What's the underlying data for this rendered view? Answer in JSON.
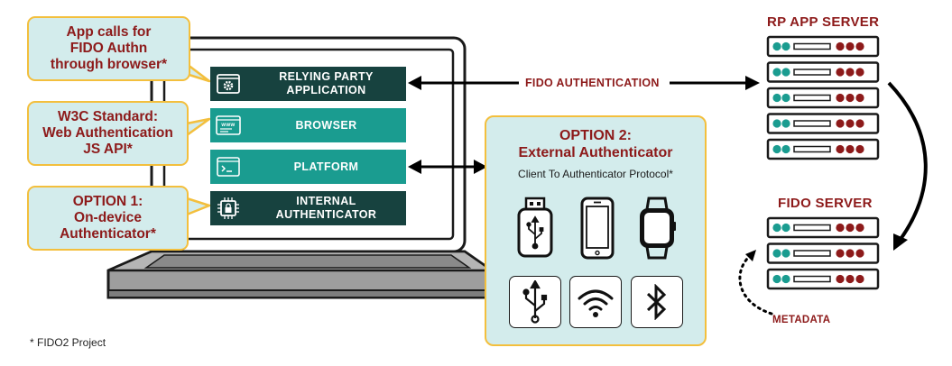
{
  "callouts": {
    "app_calls": [
      "App calls for",
      "FIDO Authn",
      "through browser*"
    ],
    "w3c": [
      "W3C Standard:",
      "Web Authentication",
      "JS API*"
    ],
    "option1": [
      "OPTION 1:",
      "On-device",
      "Authenticator*"
    ]
  },
  "layers": {
    "relying_party": [
      "RELYING PARTY",
      "APPLICATION"
    ],
    "browser": "BROWSER",
    "platform": "PLATFORM",
    "internal_auth": [
      "INTERNAL",
      "AUTHENTICATOR"
    ],
    "browser_icon_text": "www"
  },
  "arrows": {
    "fido_auth": "FIDO AUTHENTICATION",
    "metadata": "METADATA"
  },
  "servers": {
    "rp_app": "RP APP SERVER",
    "fido": "FIDO SERVER"
  },
  "option2": {
    "title": [
      "OPTION 2:",
      "External Authenticator"
    ],
    "subtitle": "Client To Authenticator Protocol*",
    "devices": [
      "usb-key-icon",
      "phone-icon",
      "smartwatch-icon"
    ],
    "transports": [
      "usb-icon",
      "nfc-wireless-icon",
      "bluetooth-icon"
    ]
  },
  "footnote": "* FIDO2 Project",
  "colors": {
    "callout_fill": "#d3ecec",
    "callout_border": "#f3bf3d",
    "label_red": "#8d1a1a",
    "dark_teal": "#17423f",
    "teal": "#1a9c90",
    "server_dot_teal": "#1a9c90",
    "server_dot_red": "#8d1a1a"
  }
}
